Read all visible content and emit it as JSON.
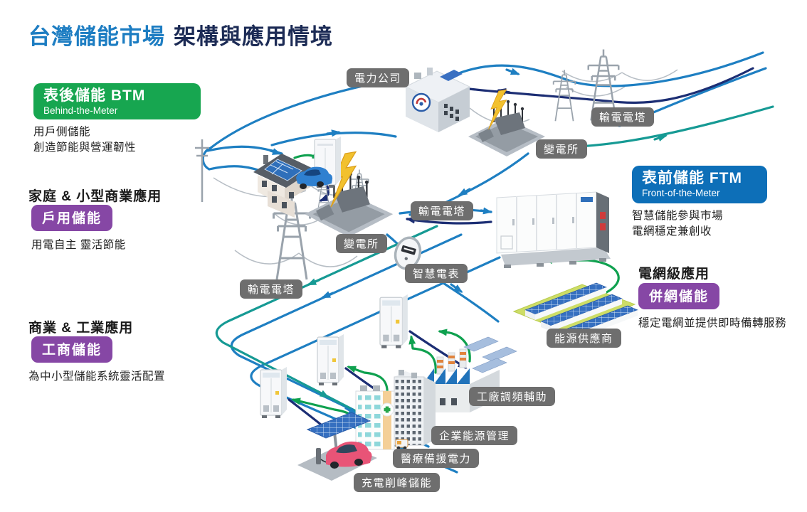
{
  "title": {
    "highlight": "台灣儲能市場",
    "rest": "架構與應用情境"
  },
  "left_column": {
    "btm_badge": {
      "title": "表後儲能 BTM",
      "subtitle": "Behind-the-Meter"
    },
    "btm_desc1": "用戶側儲能",
    "btm_desc2": "創造節能與營運韌性",
    "residential_heading": "家庭 & 小型商業應用",
    "residential_badge": "戶用儲能",
    "residential_desc": "用電自主 靈活節能",
    "commercial_heading": "商業 & 工業應用",
    "commercial_badge": "工商儲能",
    "commercial_desc": "為中小型儲能系統靈活配置"
  },
  "right_column": {
    "ftm_badge": {
      "title": "表前儲能 FTM",
      "subtitle": "Front-of-the-Meter"
    },
    "ftm_desc1": "智慧儲能參與市場",
    "ftm_desc2": "電網穩定兼創收",
    "grid_heading": "電網級應用",
    "grid_badge": "併網儲能",
    "grid_desc": "穩定電網並提供即時備轉服務"
  },
  "diagram_labels": {
    "power_company": "電力公司",
    "transmission_tower_ne": "輸電電塔",
    "substation_ne": "變電所",
    "transmission_tower_mid": "輸電電塔",
    "substation_mid": "變電所",
    "smart_meter": "智慧電表",
    "transmission_tower_w": "輸電電塔",
    "energy_supplier": "能源供應商",
    "factory_freq_regulation": "工廠調頻輔助",
    "enterprise_energy_mgmt": "企業能源管理",
    "medical_backup_power": "醫療備援電力",
    "ev_charging_peak_shaving": "充電削峰儲能"
  },
  "colors": {
    "title_blue": "#1d7dc2",
    "title_navy": "#1c2b55",
    "btm_green": "#17a650",
    "ftm_blue": "#0d6fb8",
    "badge_purple": "#8647a5",
    "label_gray": "#6e6e6e",
    "flow_blue": "#1e7fc2",
    "flow_navy": "#1c2e74",
    "flow_teal": "#169a94",
    "flow_green": "#0fa14f"
  }
}
